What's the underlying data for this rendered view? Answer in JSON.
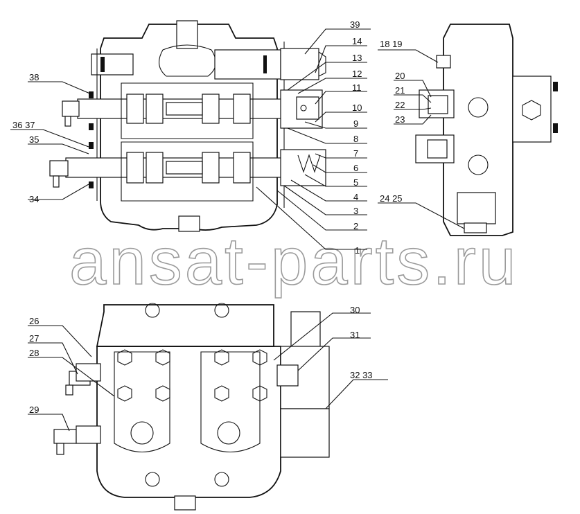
{
  "labels": {
    "p39": "39",
    "p14": "14",
    "p13": "13",
    "p12": "12",
    "p11": "11",
    "p10": "10",
    "p9": "9",
    "p8": "8",
    "p7": "7",
    "p6": "6",
    "p5": "5",
    "p4": "4",
    "p3": "3",
    "p2": "2",
    "p1": "1",
    "p38": "38",
    "p36_37": "36 37",
    "p35": "35",
    "p34": "34",
    "p18_19": "18 19",
    "p20": "20",
    "p21": "21",
    "p22": "22",
    "p23": "23",
    "p24_25": "24 25",
    "p26": "26",
    "p27": "27",
    "p28": "28",
    "p29": "29",
    "p30": "30",
    "p31": "31",
    "p32_33": "32 33"
  },
  "watermark": "ansat-parts.ru"
}
